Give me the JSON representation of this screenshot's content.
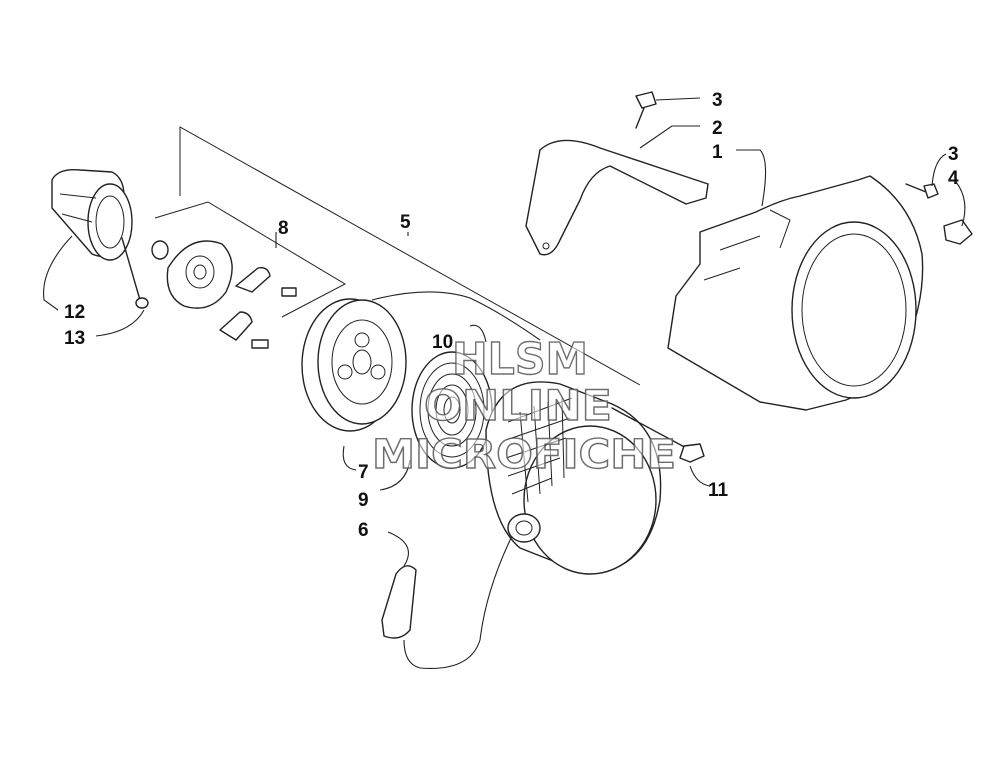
{
  "callouts": [
    {
      "id": "c1",
      "text": "1"
    },
    {
      "id": "c2",
      "text": "2"
    },
    {
      "id": "c3a",
      "text": "3"
    },
    {
      "id": "c3b",
      "text": "3"
    },
    {
      "id": "c4",
      "text": "4"
    },
    {
      "id": "c5",
      "text": "5"
    },
    {
      "id": "c6",
      "text": "6"
    },
    {
      "id": "c7",
      "text": "7"
    },
    {
      "id": "c8",
      "text": "8"
    },
    {
      "id": "c9",
      "text": "9"
    },
    {
      "id": "c10",
      "text": "10"
    },
    {
      "id": "c11",
      "text": "11"
    },
    {
      "id": "c12",
      "text": "12"
    },
    {
      "id": "c13",
      "text": "13"
    }
  ],
  "watermark": {
    "line1": "HLSM",
    "line2": "ONLINE",
    "line3": "MICROFICHE"
  }
}
